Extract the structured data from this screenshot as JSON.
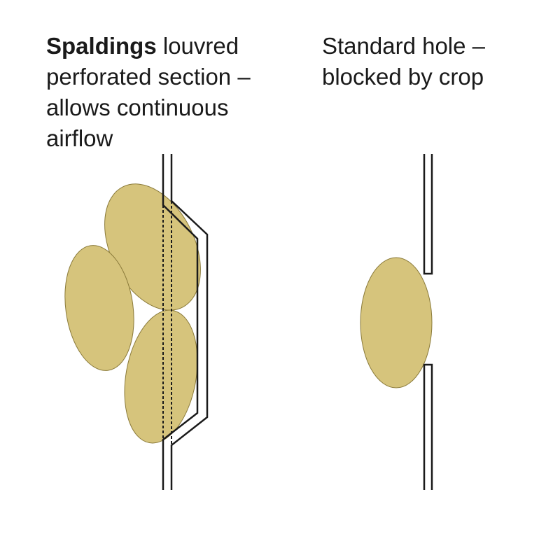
{
  "left_panel": {
    "brand": "Spaldings",
    "caption_line1_rest": " louvred",
    "caption_line2": "perforated section –",
    "caption_line3": "allows continuous",
    "caption_line4": "airflow"
  },
  "right_panel": {
    "caption_line1": "Standard hole –",
    "caption_line2": "blocked by crop"
  },
  "colors": {
    "crop_fill": "#d6c47c",
    "crop_stroke": "#8a7a3a",
    "wall_stroke": "#1a1a1a",
    "background": "#ffffff"
  }
}
